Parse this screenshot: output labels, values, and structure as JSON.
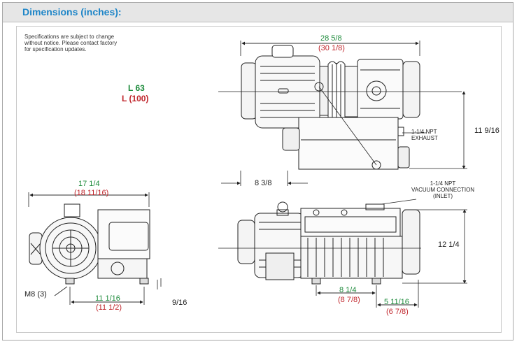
{
  "header": {
    "title": "Dimensions (inches):"
  },
  "note": {
    "line1": "Specifications are subject to change",
    "line2": "without notice. Please contact factory",
    "line3": "for specification updates."
  },
  "model": {
    "inches": "L 63",
    "mm": "L (100)"
  },
  "top_view": {
    "length_in": "28 5/8",
    "length_mm": "(30 1/8)",
    "height": "11 9/16",
    "offset": "8 3/8",
    "exhaust_line1": "1-1/4 NPT",
    "exhaust_line2": "EXHAUST"
  },
  "end_view": {
    "width_in": "17 1/4",
    "width_mm": "(18 11/16)",
    "base_in": "11 1/16",
    "base_mm": "(11 1/2)",
    "bolt": "M8 (3)",
    "foot": "9/16"
  },
  "side_view": {
    "inlet_line1": "1-1/4 NPT",
    "inlet_line2": "VACUUM CONNECTION",
    "inlet_line3": "(INLET)",
    "height": "12 1/4",
    "feet_in": "8 1/4",
    "feet_mm": "(8 7/8)",
    "rear_in": "5 11/16",
    "rear_mm": "(6 7/8)"
  },
  "colors": {
    "title": "#1f86c8",
    "inches": "#1c8a3a",
    "mm": "#c0262c"
  }
}
